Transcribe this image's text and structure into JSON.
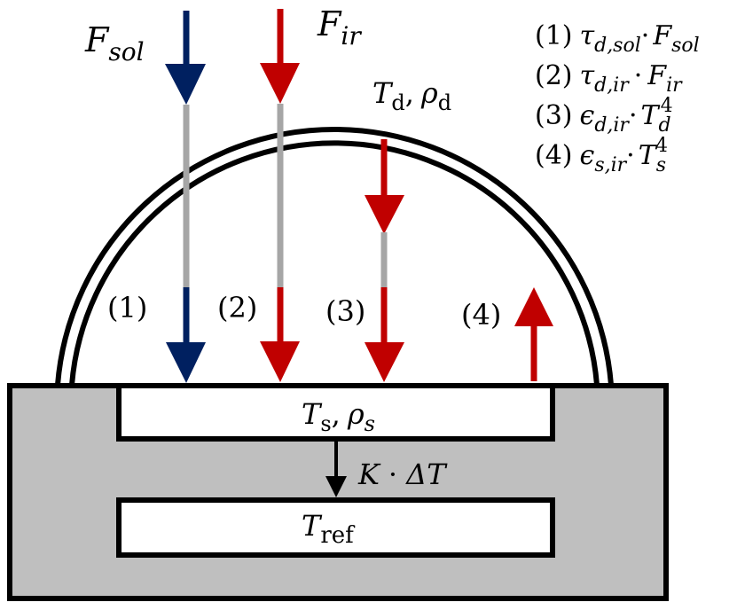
{
  "colors": {
    "solar": "#002060",
    "infrared": "#C00000",
    "path_gray": "#A6A6A6",
    "body_gray": "#BFBFBF",
    "outline": "#000000"
  },
  "incoming": {
    "solar": {
      "symbol": "F",
      "sub": "sol"
    },
    "infrared": {
      "symbol": "F",
      "sub": "ir"
    }
  },
  "dome": {
    "T": "T",
    "T_sub": "d",
    "rho": "ρ",
    "rho_sub": "d",
    "sep": ","
  },
  "sensor": {
    "T": "T",
    "T_sub": "s",
    "rho": "ρ",
    "rho_sub": "s",
    "sep": ","
  },
  "reference": {
    "T": "T",
    "T_sub": "ref"
  },
  "conduction": {
    "K": "K",
    "dot": "·",
    "delta": "ΔT"
  },
  "path_labels": [
    "(1)",
    "(2)",
    "(3)",
    "(4)"
  ],
  "legend": [
    {
      "num": "(1)",
      "coef": "τ",
      "coef_sub": "d,sol",
      "dot": "·",
      "term": "F",
      "term_sub": "sol",
      "term_sup": ""
    },
    {
      "num": "(2)",
      "coef": "τ",
      "coef_sub": "d,ir",
      "dot": "·",
      "term": "F",
      "term_sub": "ir",
      "term_sup": ""
    },
    {
      "num": "(3)",
      "coef": "ϵ",
      "coef_sub": "d,ir",
      "dot": "·",
      "term": "T",
      "term_sub": "d",
      "term_sup": "4"
    },
    {
      "num": "(4)",
      "coef": "ϵ",
      "coef_sub": "s,ir",
      "dot": "·",
      "term": "T",
      "term_sub": "s",
      "term_sup": "4"
    }
  ]
}
